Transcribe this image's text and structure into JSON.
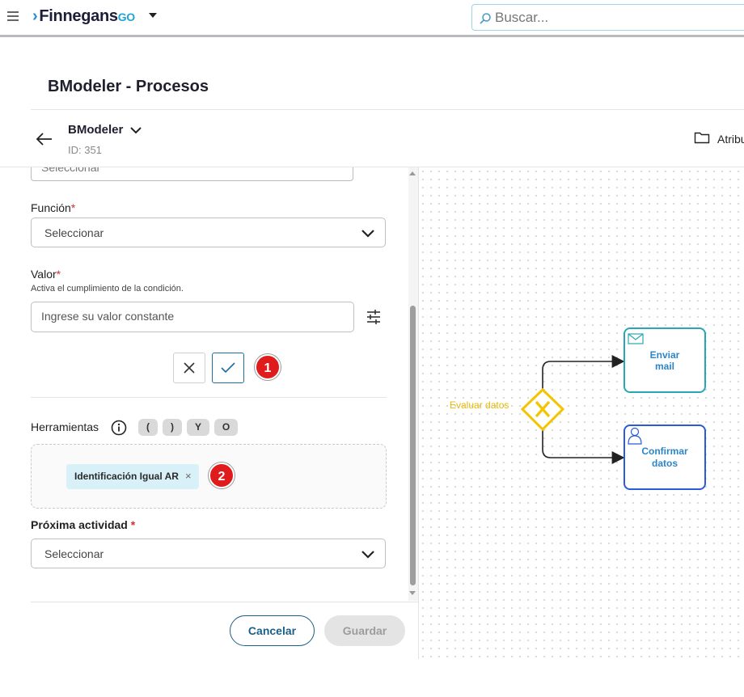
{
  "app": {
    "brand": "Finnegans",
    "brand_suffix": "GO"
  },
  "search": {
    "placeholder": "Buscar..."
  },
  "page": {
    "title": "BModeler - Procesos"
  },
  "process": {
    "name": "BModeler",
    "id_label": "ID: 351",
    "attributes_label": "Atribu"
  },
  "form": {
    "partial_select_text": "Seleccionar",
    "function": {
      "label": "Función",
      "required": "*",
      "value": "Seleccionar"
    },
    "value": {
      "label": "Valor",
      "required": "*",
      "hint": "Activa el cumplimiento de la condición.",
      "placeholder": "Ingrese su valor constante"
    },
    "badge1": "1",
    "tools": {
      "label": "Herramientas",
      "chips": [
        "(",
        ")",
        "Y",
        "O"
      ]
    },
    "condition_tag": "Identificación Igual AR",
    "tag_remove": "×",
    "badge2": "2",
    "next_activity": {
      "label": "Próxima actividad",
      "required": "*",
      "value": "Seleccionar"
    },
    "cancel_label": "Cancelar",
    "save_label": "Guardar"
  },
  "diagram": {
    "gateway_label": "Evaluar datos",
    "task1": "Enviar mail",
    "task2": "Confirmar datos",
    "colors": {
      "gateway": "#f5c400",
      "task1_border": "#2aa5b5",
      "task2_border": "#2b5bd8",
      "task_text": "#2a86c8"
    }
  },
  "icons": [
    "menu-icon",
    "search-icon",
    "back-arrow-icon",
    "chevron-down-icon",
    "folder-icon",
    "tune-icon",
    "close-icon",
    "check-icon",
    "info-icon",
    "mail-icon",
    "user-icon"
  ]
}
